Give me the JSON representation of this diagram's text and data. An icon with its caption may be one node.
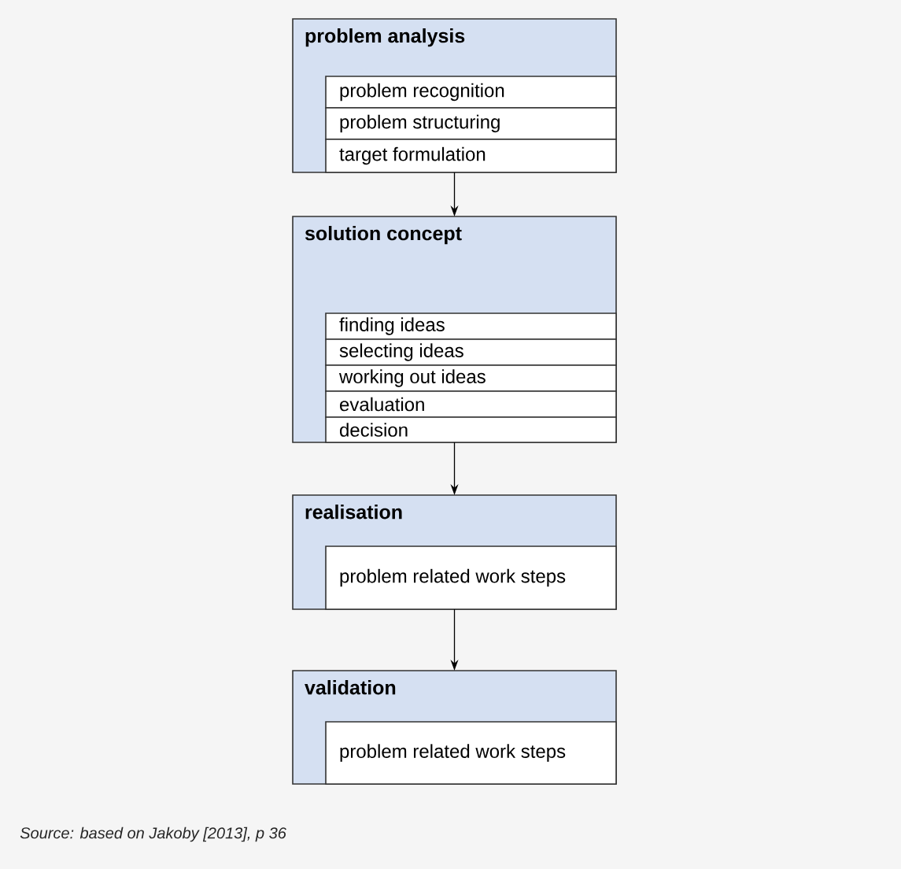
{
  "diagram": {
    "caption": "Source: based on Jakoby [2013], p 36",
    "nodes": [
      {
        "text": [
          "problem analysis"
        ]
      },
      {
        "text": [
          "problem recognition"
        ],
        "in": 0
      },
      {
        "text": [
          "problem structuring"
        ],
        "in": 0
      },
      {
        "text": [
          "target formulation"
        ],
        "in": 0
      },
      {
        "text": [
          "solution concept"
        ]
      },
      {
        "text": [
          "finding ideas"
        ],
        "in": 4
      },
      {
        "text": [
          "selecting ideas"
        ],
        "in": 4
      },
      {
        "text": [
          "working out ideas"
        ],
        "in": 4
      },
      {
        "text": [
          "evaluation"
        ],
        "in": 4
      },
      {
        "text": [
          "decision"
        ],
        "in": 4
      },
      {
        "text": [
          "realisation"
        ]
      },
      {
        "text": [
          "problem related work steps"
        ],
        "in": 10
      },
      {
        "text": [
          "validation"
        ]
      },
      {
        "text": [
          "problem related work steps"
        ],
        "in": 12
      }
    ],
    "edges": [
      {
        "from": 0,
        "to": 4,
        "arrow": "to"
      },
      {
        "from": 4,
        "to": 10,
        "arrow": "to"
      },
      {
        "from": 10,
        "to": 12,
        "arrow": "to"
      }
    ]
  }
}
